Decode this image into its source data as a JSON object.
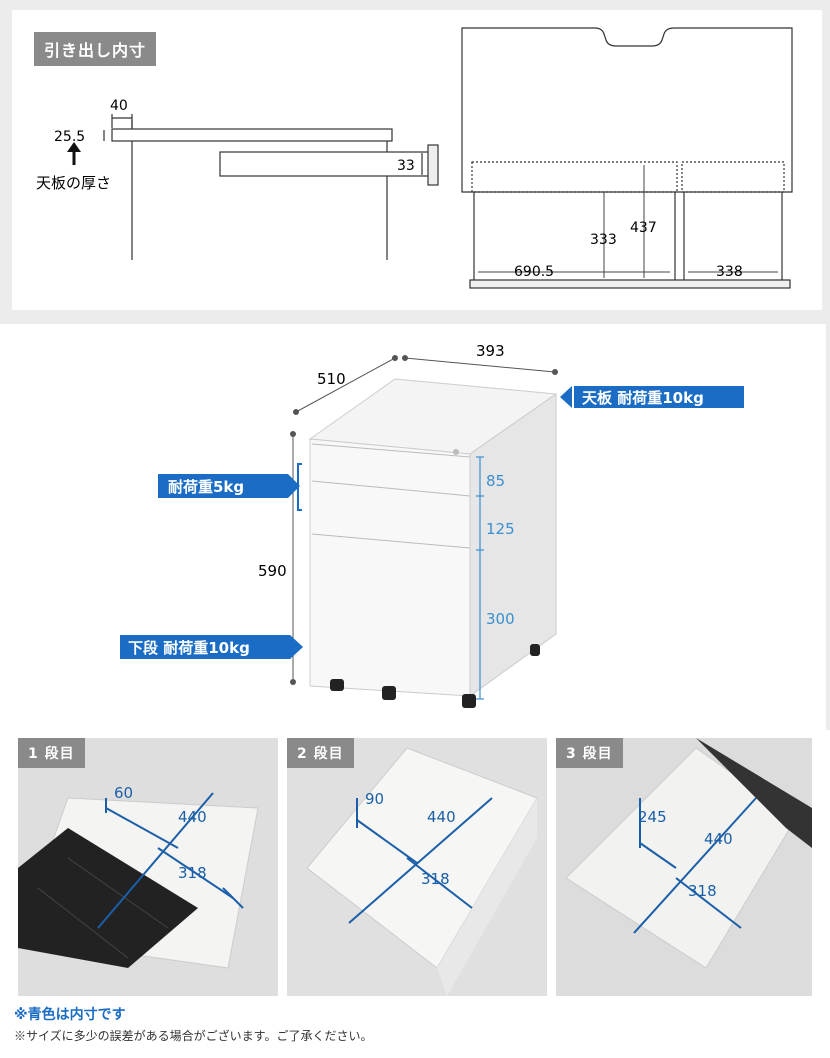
{
  "section1": {
    "title": "引き出し内寸",
    "side_view": {
      "dim_40": "40",
      "dim_25_5": "25.5",
      "dim_33": "33",
      "label_top_thickness": "天板の厚さ"
    },
    "front_view": {
      "dim_437": "437",
      "dim_333": "333",
      "dim_690_5": "690.5",
      "dim_338": "338"
    }
  },
  "section2": {
    "dim_393": "393",
    "dim_510": "510",
    "dim_590": "590",
    "dim_85": "85",
    "dim_125": "125",
    "dim_300": "300",
    "callout_top": "天板 耐荷重10kg",
    "callout_upper": "耐荷重5kg",
    "callout_lower": "下段 耐荷重10kg",
    "colors": {
      "accent_blue": "#1a6cc4",
      "dim_cyan": "#3a8fd0"
    }
  },
  "section3": {
    "drawers": [
      {
        "tag": "1 段目",
        "depth": "60",
        "width": "440",
        "inner": "318"
      },
      {
        "tag": "2 段目",
        "depth": "90",
        "width": "440",
        "inner": "318"
      },
      {
        "tag": "3 段目",
        "depth": "245",
        "width": "440",
        "inner": "318"
      }
    ]
  },
  "notes": {
    "note1": "※青色は内寸です",
    "note2": "※サイズに多少の誤差がある場合がございます。ご了承ください。"
  }
}
